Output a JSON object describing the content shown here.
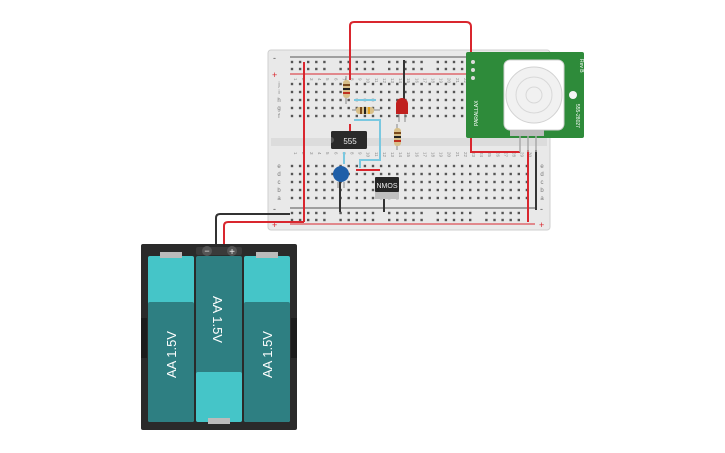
{
  "breadboard": {
    "rail_minus": "-",
    "rail_plus": "+",
    "row_letters_top": [
      "j",
      "i",
      "h",
      "g",
      "f"
    ],
    "row_letters_bottom": [
      "e",
      "d",
      "c",
      "b",
      "a"
    ],
    "column_numbers": [
      "1",
      "2",
      "3",
      "4",
      "5",
      "6",
      "7",
      "8",
      "9",
      "10",
      "11",
      "12",
      "13",
      "14",
      "15",
      "16",
      "17",
      "18",
      "19",
      "20",
      "21",
      "22",
      "23",
      "24",
      "25",
      "26",
      "27",
      "28",
      "29",
      "30"
    ]
  },
  "components": {
    "timer_ic_label": "555",
    "mosfet_label": "NMOS",
    "pir": {
      "title": "PIR Sensor",
      "rev": "Rev B",
      "brand": "PARALLAX",
      "part": "555-28027"
    }
  },
  "battery": {
    "cells": [
      "AA 1.5V",
      "AA 1.5V",
      "AA 1.5V"
    ],
    "minus": "−",
    "plus": "+"
  },
  "colors": {
    "wire_red": "#d9262e",
    "wire_black": "#333333",
    "wire_blue": "#7ac8e0",
    "board": "#e9e9e9",
    "pir_pcb": "#2e8b3a",
    "cell_teal": "#2e7f82",
    "cell_cyan": "#45c5c8",
    "led_red": "#c0201e",
    "capacitor_blue": "#1f5fa8"
  }
}
